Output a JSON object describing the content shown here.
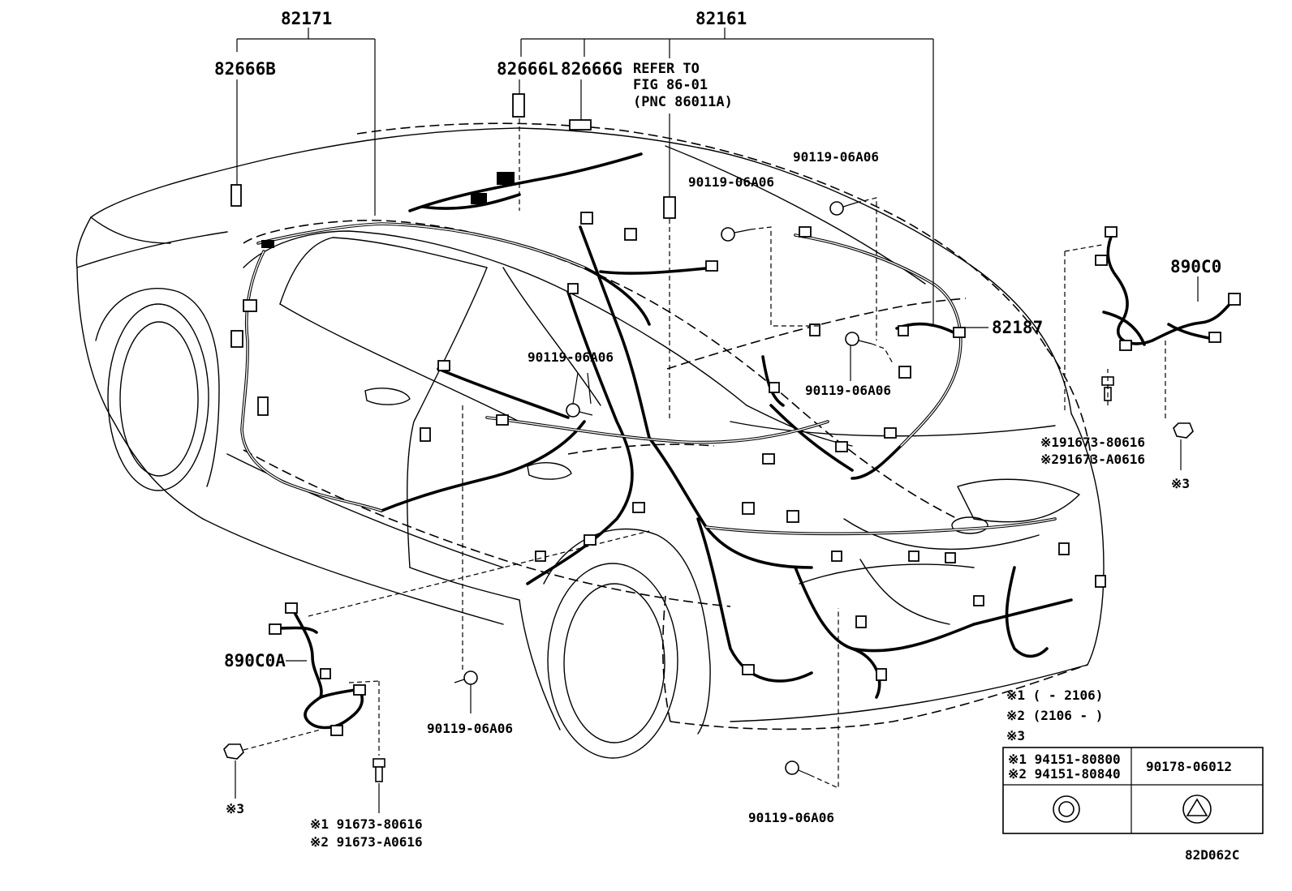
{
  "diagram": {
    "parts": {
      "p82171": "82171",
      "p82161": "82161",
      "p82666B": "82666B",
      "p82666L": "82666L",
      "p82666G": "82666G",
      "p82187": "82187",
      "p890C0": "890C0",
      "p890C0A": "890C0A"
    },
    "refer": {
      "line1": "REFER TO",
      "line2": "FIG 86-01",
      "line3": "(PNC 86011A)"
    },
    "bolts": {
      "b_top_right": "90119-06A06",
      "b_top_mid": "90119-06A06",
      "b_center": "90119-06A06",
      "b_right_mid": "90119-06A06",
      "b_bottom_left": "90119-06A06",
      "b_bottom_center": "90119-06A06"
    },
    "clips_right": {
      "line1": "※191673-80616",
      "line2": "※291673-A0616",
      "note": "※3"
    },
    "clips_left": {
      "line1": "※1 91673-80616",
      "line2": "※2 91673-A0616",
      "note": "※3"
    },
    "legend": {
      "note1": "※1 (     - 2106)",
      "note2": "※2 (2106 -     )",
      "note3": "※3",
      "table": {
        "col1_line1": "※1 94151-80800",
        "col1_line2": "※2 94151-80840",
        "col2": "90178-06012"
      }
    },
    "figure_code": "82D062C"
  }
}
